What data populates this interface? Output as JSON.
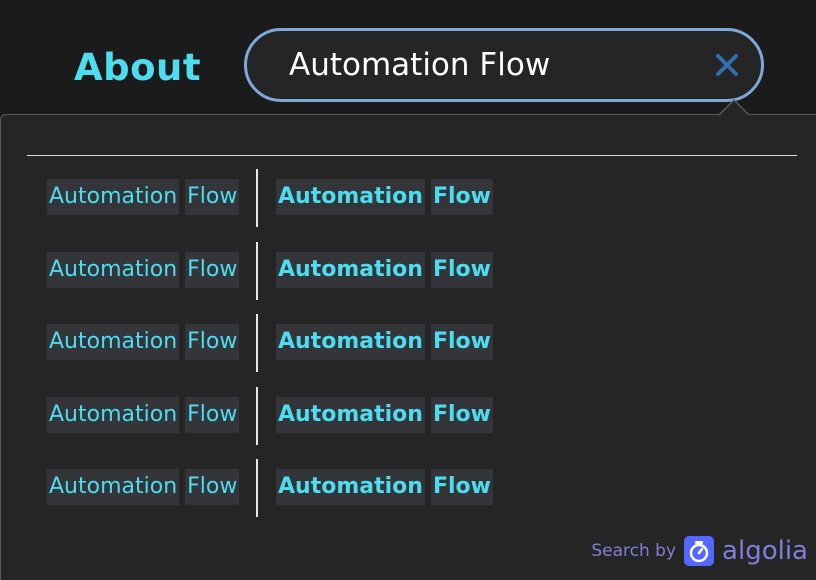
{
  "header": {
    "title": "About"
  },
  "search": {
    "value": "Automation Flow",
    "clear_icon": "close-icon"
  },
  "results": [
    {
      "left": [
        "Automation",
        "Flow"
      ],
      "right": [
        "Automation",
        "Flow"
      ]
    },
    {
      "left": [
        "Automation",
        "Flow"
      ],
      "right": [
        "Automation",
        "Flow"
      ]
    },
    {
      "left": [
        "Automation",
        "Flow"
      ],
      "right": [
        "Automation",
        "Flow"
      ]
    },
    {
      "left": [
        "Automation",
        "Flow"
      ],
      "right": [
        "Automation",
        "Flow"
      ]
    },
    {
      "left": [
        "Automation",
        "Flow"
      ],
      "right": [
        "Automation",
        "Flow"
      ]
    }
  ],
  "footer": {
    "search_by": "Search by",
    "brand": "algolia",
    "brand_icon": "algolia-stopwatch-icon"
  },
  "colors": {
    "accent": "#4ddcf0",
    "brand": "#7f7fd8",
    "search_border": "#7ea8d6",
    "clear_icon": "#2f6fb0",
    "background": "#1b1b1c",
    "panel": "#252526"
  }
}
